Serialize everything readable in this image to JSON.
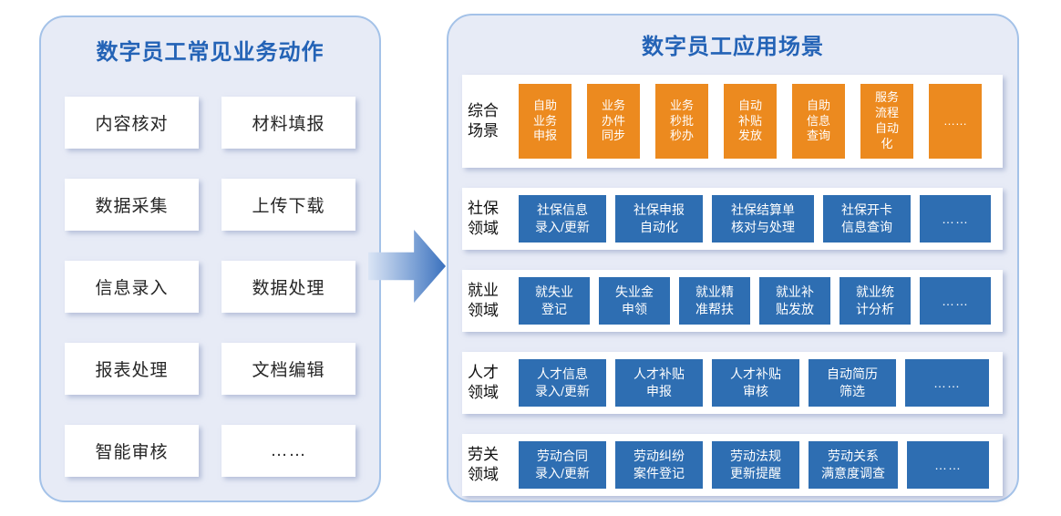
{
  "left_panel": {
    "title": "数字员工常见业务动作",
    "cards": [
      "内容核对",
      "材料填报",
      "数据采集",
      "上传下载",
      "信息录入",
      "数据处理",
      "报表处理",
      "文档编辑",
      "智能审核",
      "……"
    ]
  },
  "arrow": {
    "direction": "right"
  },
  "right_panel": {
    "title": "数字员工应用场景",
    "rows": [
      {
        "label": "综合\n场景",
        "items": [
          "自助\n业务\n申报",
          "业务\n办件\n同步",
          "业务\n秒批\n秒办",
          "自动\n补贴\n发放",
          "自助\n信息\n查询",
          "服务\n流程\n自动\n化",
          "……"
        ]
      },
      {
        "label": "社保\n领域",
        "items": [
          "社保信息\n录入/更新",
          "社保申报\n自动化",
          "社保结算单\n核对与处理",
          "社保开卡\n信息查询",
          "……"
        ]
      },
      {
        "label": "就业\n领域",
        "items": [
          "就失业\n登记",
          "失业金\n申领",
          "就业精\n准帮扶",
          "就业补\n贴发放",
          "就业统\n计分析",
          "……"
        ]
      },
      {
        "label": "人才\n领域",
        "items": [
          "人才信息\n录入/更新",
          "人才补贴\n申报",
          "人才补贴\n审核",
          "自动简历\n筛选",
          "……"
        ]
      },
      {
        "label": "劳关\n领域",
        "items": [
          "劳动合同\n录入/更新",
          "劳动纠纷\n案件登记",
          "劳动法规\n更新提醒",
          "劳动关系\n满意度调查",
          "……"
        ]
      }
    ]
  },
  "colors": {
    "title_blue": "#2463b6",
    "box_blue": "#2e6eb2",
    "box_orange": "#ec8a1f",
    "panel_fill": "#e7ebf6",
    "panel_border": "#a4c2e8"
  }
}
